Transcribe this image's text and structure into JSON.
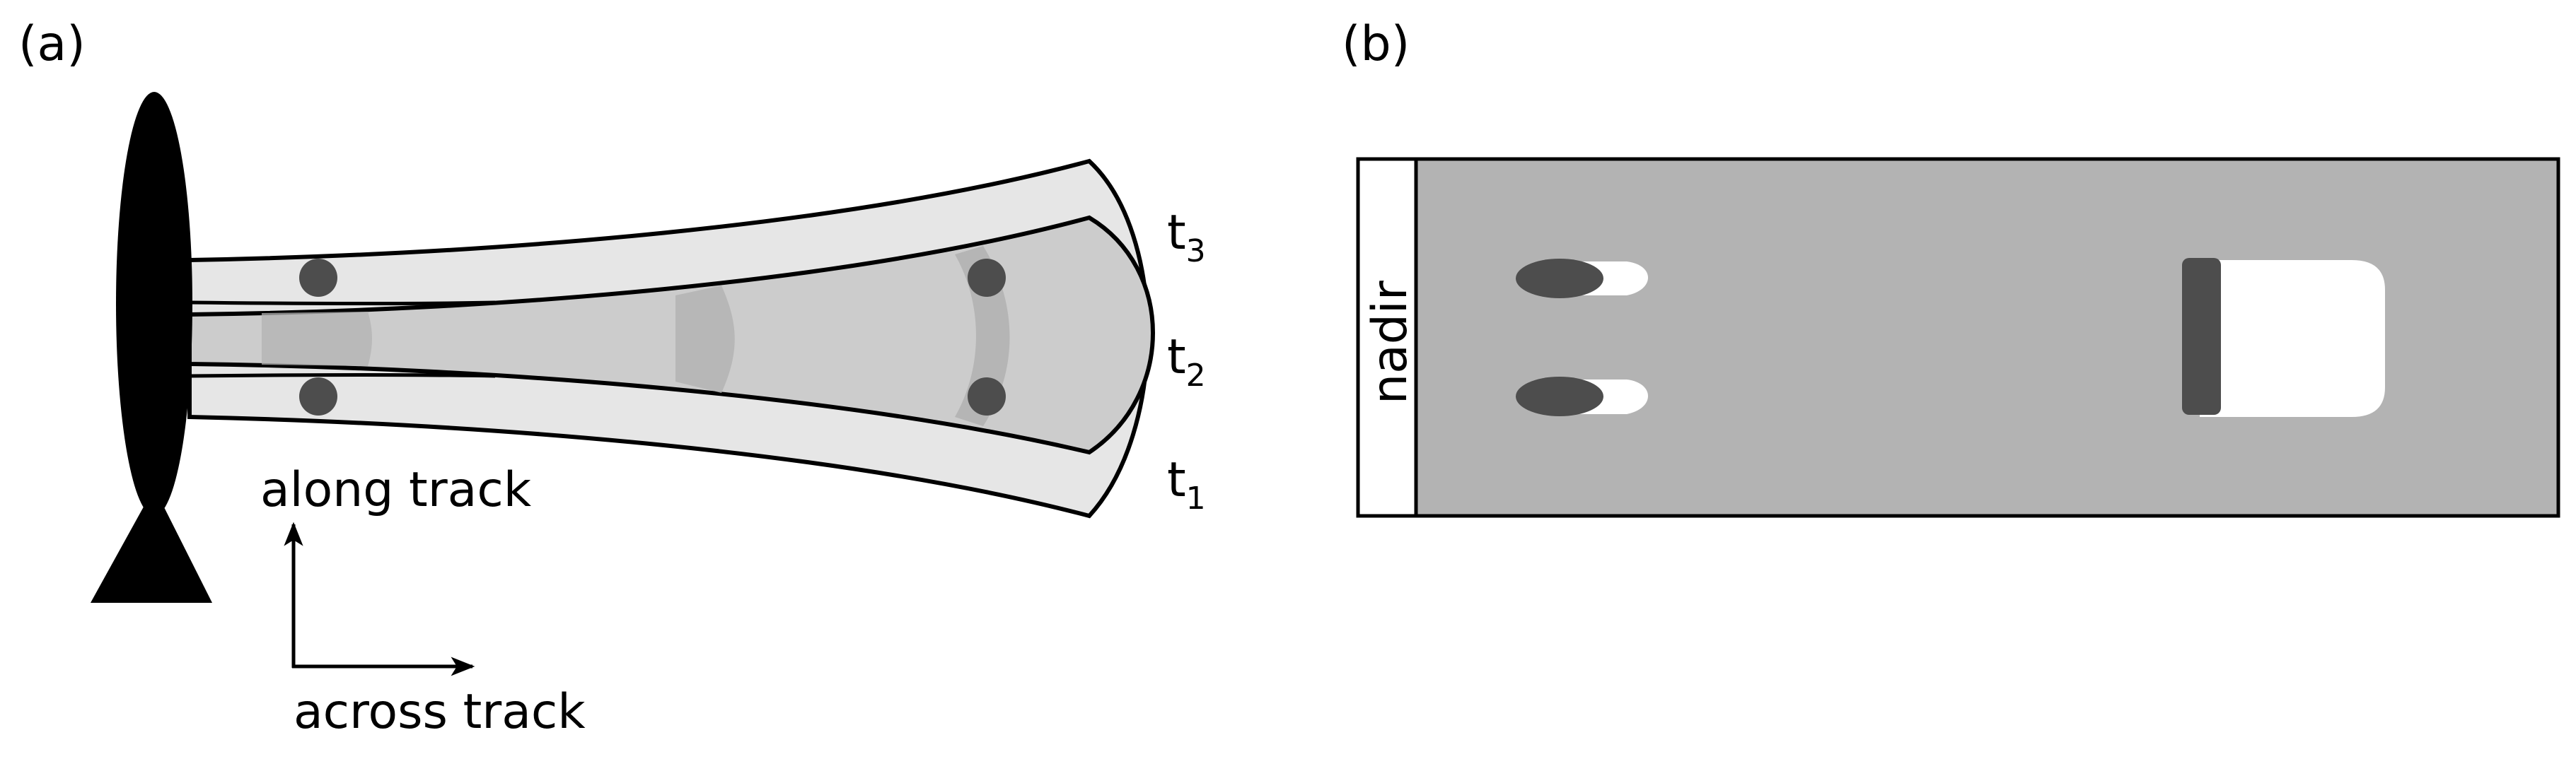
{
  "panels": {
    "a": {
      "label": "(a)",
      "axes": {
        "along": "along track",
        "across": "across track"
      },
      "time_labels": {
        "t1": {
          "base": "t",
          "sub": "1"
        },
        "t2": {
          "base": "t",
          "sub": "2"
        },
        "t3": {
          "base": "t",
          "sub": "3"
        }
      }
    },
    "b": {
      "label": "(b)",
      "nadir": "nadir"
    }
  },
  "colors": {
    "black": "#000000",
    "dark_grey": "#4d4d4d",
    "mid_grey": "#b3b3b3",
    "light_grey": "#cccccc",
    "pale_grey": "#e6e6e6",
    "white": "#ffffff"
  }
}
